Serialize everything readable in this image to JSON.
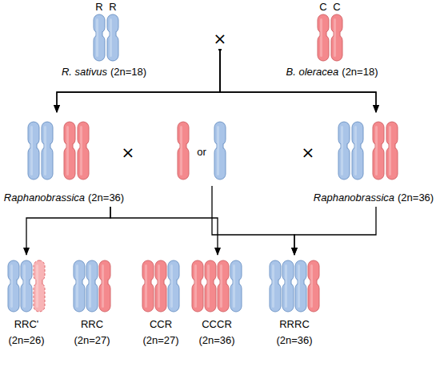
{
  "diagram": {
    "nodes": [
      {
        "text": [
          "R",
          "R",
          "R. sativus",
          "(2n=18)"
        ]
      },
      {
        "text": [
          "C",
          "C",
          "B. oleracea",
          "(2n=18)"
        ]
      },
      {
        "text": [
          "Raphanobrassica",
          "(2n=36)"
        ]
      },
      {
        "text": [
          "or"
        ]
      },
      {
        "text": [
          "Raphanobrassica",
          "(2n=36)"
        ]
      },
      {
        "text": [
          "RRC'",
          "(2n=26)"
        ]
      },
      {
        "text": [
          "RRC",
          "(2n=27)"
        ]
      },
      {
        "text": [
          "CCR",
          "(2n=27)"
        ]
      },
      {
        "text": [
          "CCCR",
          "(2n=36)"
        ]
      },
      {
        "text": [
          "RRRC",
          "(2n=36)"
        ]
      }
    ],
    "edges": [
      {
        "from": 0,
        "to": 2,
        "arrow": "to"
      },
      {
        "from": 0,
        "to": 4,
        "arrow": "to"
      },
      {
        "from": 1,
        "to": 2,
        "arrow": "to"
      },
      {
        "from": 1,
        "to": 4,
        "arrow": "to"
      },
      {
        "from": 2,
        "to": 5,
        "arrow": "to"
      },
      {
        "from": 2,
        "to": 8,
        "arrow": "to"
      },
      {
        "from": 3,
        "to": 9,
        "arrow": "to"
      },
      {
        "from": 4,
        "to": 9,
        "arrow": "to"
      }
    ],
    "labels": [
      "×",
      "×",
      "×"
    ]
  }
}
